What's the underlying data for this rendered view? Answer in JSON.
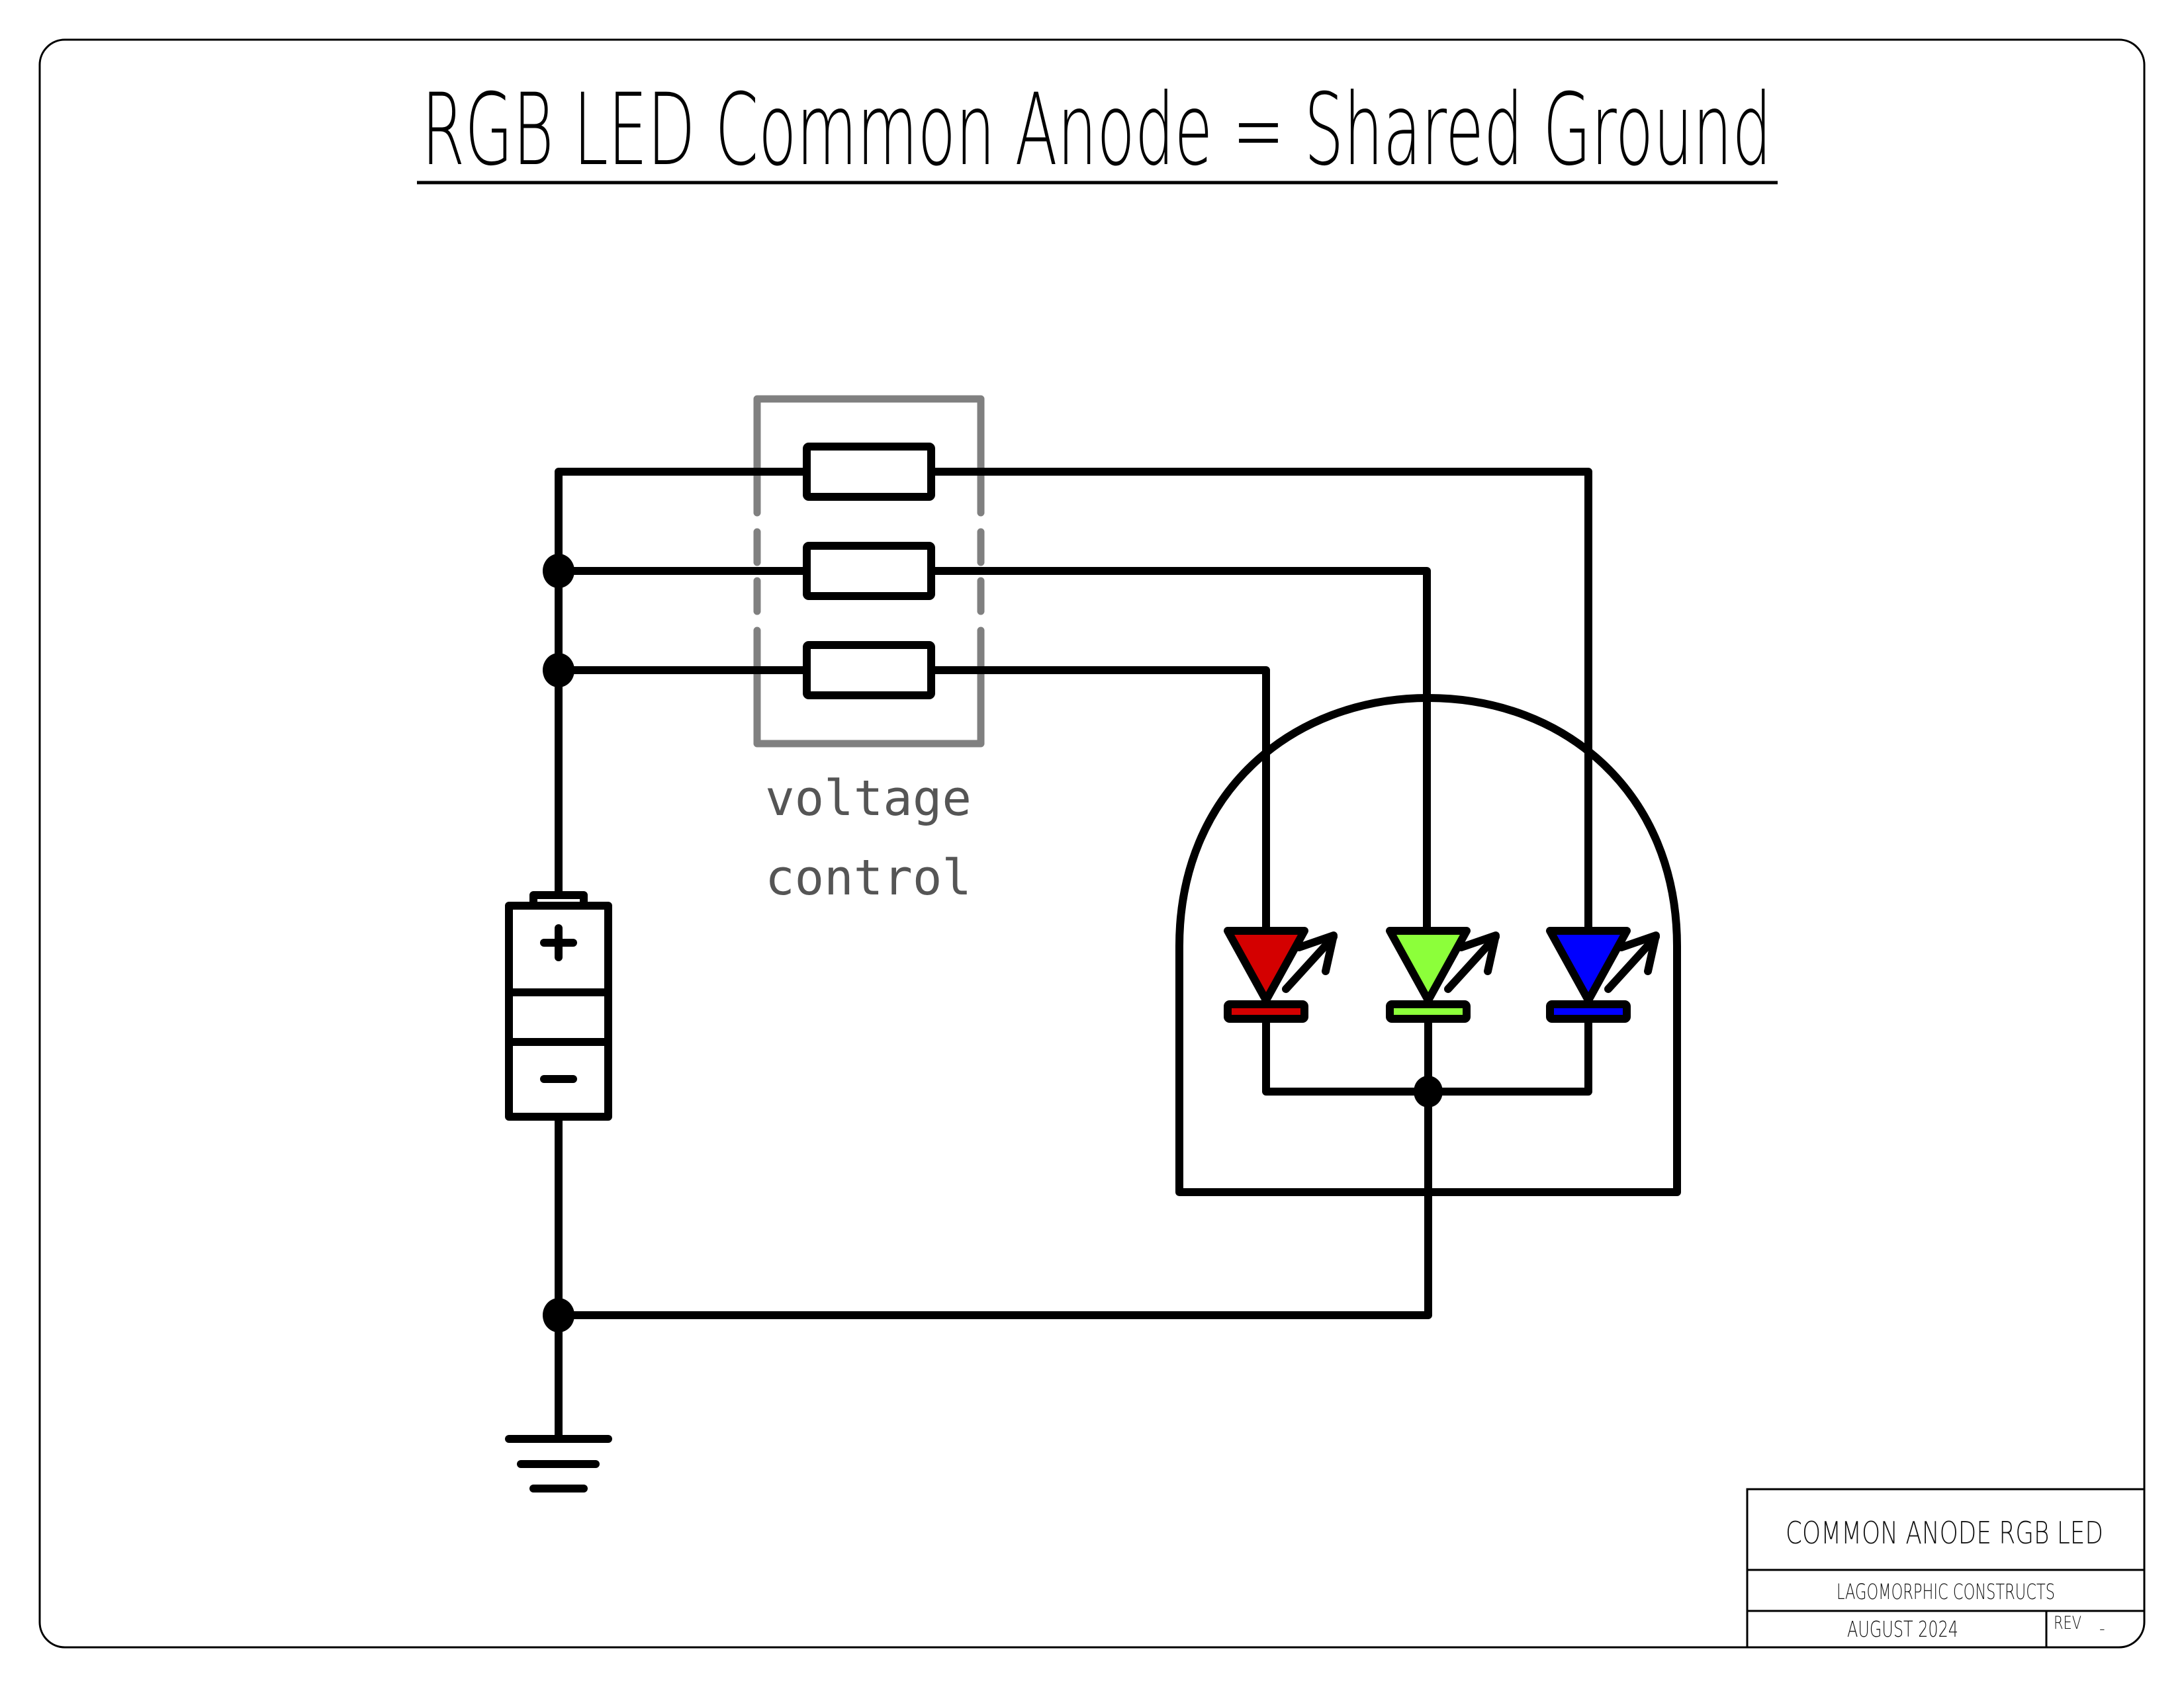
{
  "title": "RGB LED Common Anode = Shared Ground",
  "annotation": {
    "line1": "voltage",
    "line2": "control"
  },
  "colors": {
    "wire": "#000000",
    "voltage_control_box": "#808080",
    "annotation_text": "#555555",
    "led_red": "#d40000",
    "led_green": "#8cff3a",
    "led_blue": "#0000ff"
  },
  "components": {
    "battery": {
      "positive_symbol": "+",
      "negative_symbol": "−"
    },
    "resistors": [
      {
        "name": "resistor-1",
        "connects_to": "blue"
      },
      {
        "name": "resistor-2",
        "connects_to": "green"
      },
      {
        "name": "resistor-3",
        "connects_to": "red"
      }
    ],
    "leds": [
      {
        "name": "red",
        "color": "#d40000"
      },
      {
        "name": "green",
        "color": "#8cff3a"
      },
      {
        "name": "blue",
        "color": "#0000ff"
      }
    ],
    "ground": "ground-symbol"
  },
  "title_block": {
    "drawing_title": "COMMON ANODE RGB LED",
    "company": "LAGOMORPHIC CONSTRUCTS",
    "date": "AUGUST 2024",
    "rev_label": "REV",
    "rev_value": "-"
  }
}
